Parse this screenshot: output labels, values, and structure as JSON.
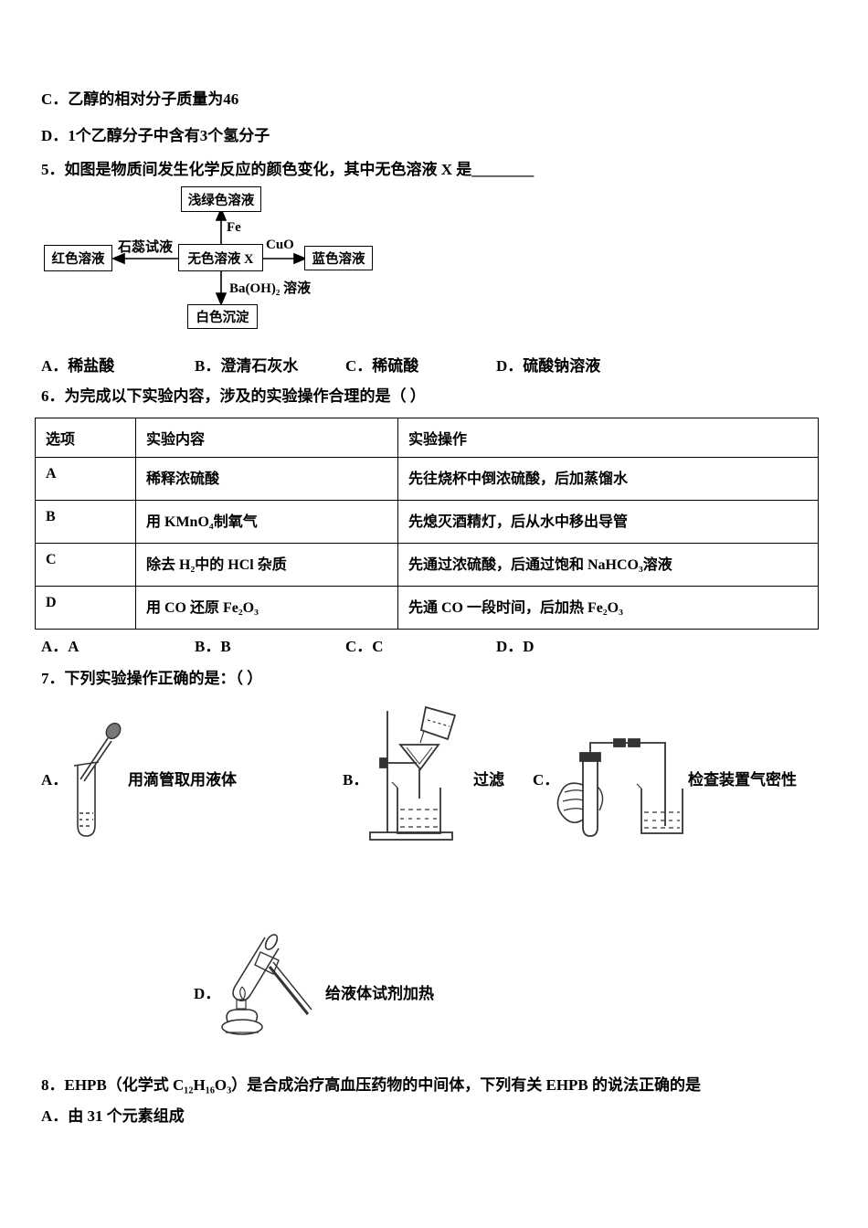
{
  "prev_question_options": {
    "option_c": "C．乙醇的相对分子质量为46",
    "option_d": "D．1个乙醇分子中含有3个氢分子"
  },
  "q5": {
    "stem": "5．如图是物质间发生化学反应的颜色变化，其中无色溶液 X 是________",
    "diagram": {
      "top_box": "浅绿色溶液",
      "left_box": "红色溶液",
      "center_box": "无色溶液 X",
      "right_box": "蓝色溶液",
      "bottom_box": "白色沉淀",
      "up_arrow_label": "Fe",
      "left_arrow_label": "石蕊试液",
      "right_arrow_label": "CuO",
      "down_arrow_label": "Ba(OH)₂ 溶液"
    },
    "options": [
      "A．稀盐酸",
      "B．澄清石灰水",
      "C．稀硫酸",
      "D．硫酸钠溶液"
    ]
  },
  "q6": {
    "stem": "6．为完成以下实验内容，涉及的实验操作合理的是（  ）",
    "table": {
      "headers": [
        "选项",
        "实验内容",
        "实验操作"
      ],
      "rows": [
        [
          "A",
          "稀释浓硫酸",
          "先往烧杯中倒浓硫酸，后加蒸馏水"
        ],
        [
          "B",
          "用 KMnO₄制氧气",
          "先熄灭酒精灯，后从水中移出导管"
        ],
        [
          "C",
          "除去 H₂中的 HCl 杂质",
          "先通过浓硫酸，后通过饱和 NaHCO₃溶液"
        ],
        [
          "D",
          "用 CO 还原 Fe₂O₃",
          "先通 CO 一段时间，后加热 Fe₂O₃"
        ]
      ]
    },
    "options": [
      "A．A",
      "B．B",
      "C．C",
      "D．D"
    ]
  },
  "q7": {
    "stem": "7．下列实验操作正确的是：（ ）",
    "items": [
      {
        "label": "A．",
        "caption": "用滴管取用液体"
      },
      {
        "label": "B．",
        "caption": "过滤"
      },
      {
        "label": "C．",
        "caption": "检查装置气密性"
      },
      {
        "label": "D．",
        "caption": "给液体试剂加热"
      }
    ]
  },
  "q8": {
    "stem": "8．EHPB（化学式 C₁₂H₁₆O₃）是合成治疗高血压药物的中间体，下列有关 EHPB 的说法正确的是",
    "option_a": "A．由 31 个元素组成"
  }
}
